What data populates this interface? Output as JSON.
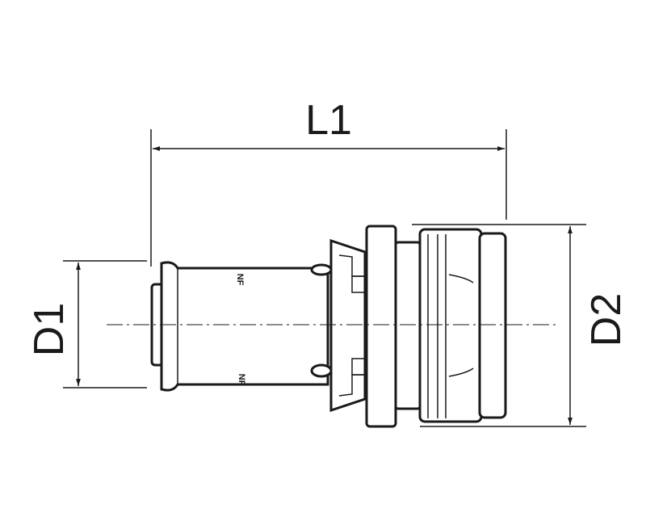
{
  "dimensions": {
    "length_label": "L1",
    "inlet_diameter_label": "D1",
    "outlet_diameter_label": "D2"
  },
  "markings": {
    "upper_stamp": "NF",
    "lower_stamp": "NF"
  }
}
